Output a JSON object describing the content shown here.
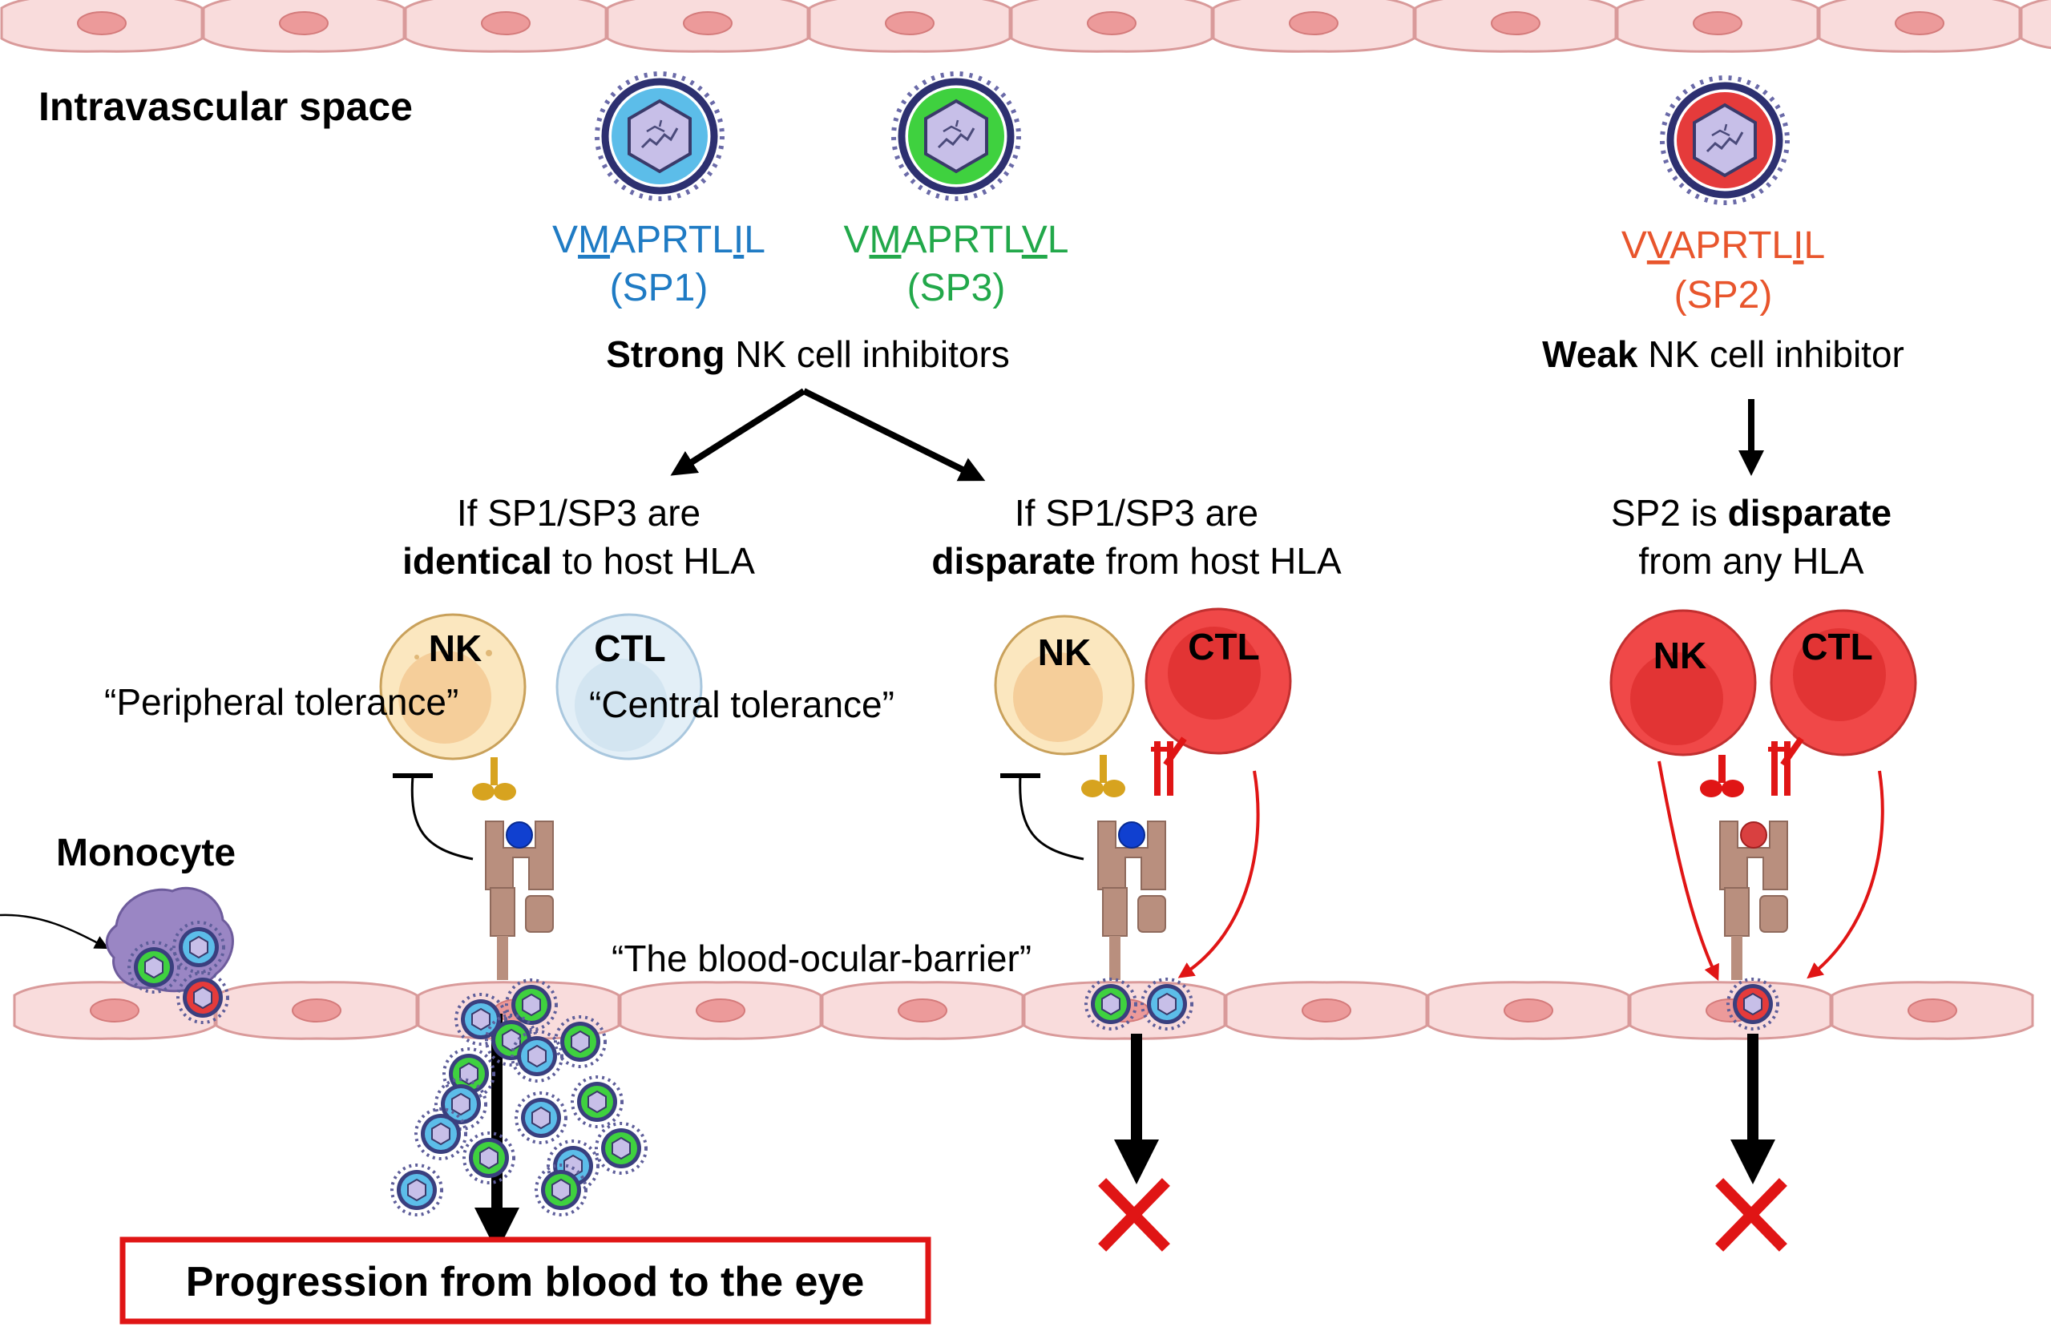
{
  "labels": {
    "intravascular": "Intravascular space",
    "monocyte": "Monocyte",
    "barrier": "“The blood-ocular-barrier”",
    "peripheral": "“Peripheral tolerance”",
    "central": "“Central tolerance”",
    "progression": "Progression from blood to the eye"
  },
  "peptides": {
    "sp1": {
      "seq_a": "V",
      "seq_m": "M",
      "seq_b": "APRTL",
      "seq_i": "I",
      "seq_c": "L",
      "name": "(SP1)"
    },
    "sp3": {
      "seq_a": "V",
      "seq_m": "M",
      "seq_b": "APRTL",
      "seq_i": "V",
      "seq_c": "L",
      "name": "(SP3)"
    },
    "sp2": {
      "seq_a": "V",
      "seq_m": "V",
      "seq_b": "APRTL",
      "seq_i": "I",
      "seq_c": "L",
      "name": "(SP2)"
    }
  },
  "inhibitors": {
    "strong_bold": "Strong",
    "strong_rest": " NK cell inhibitors",
    "weak_bold": "Weak",
    "weak_rest": " NK cell inhibitor"
  },
  "conditions": {
    "identical_l1": "If SP1/SP3 are",
    "identical_bold": "identical",
    "identical_rest": " to host HLA",
    "disparate_l1": "If SP1/SP3 are",
    "disparate_bold": "disparate",
    "disparate_rest": " from host HLA",
    "sp2_pre": "SP2 is ",
    "sp2_bold": "disparate",
    "sp2_l2": "from any HLA"
  },
  "cells": {
    "nk": "NK",
    "ctl": "CTL"
  },
  "colors": {
    "sp1": "#1f7bc4",
    "sp3": "#22a84a",
    "sp2": "#e8552c",
    "cell_pink": "#f9dcdc",
    "cell_outline": "#d99a9a",
    "nk_tolerant": "#fbe7bf",
    "ctl_tolerant": "#e3eff7",
    "effector_red": "#f04848",
    "arrow_red": "#e01515",
    "receptor": "#b98f7e"
  },
  "icons": [
    "virus-icon",
    "nk-cell-icon",
    "ctl-cell-icon",
    "hla-receptor-icon",
    "monocyte-icon",
    "block-x-icon"
  ]
}
